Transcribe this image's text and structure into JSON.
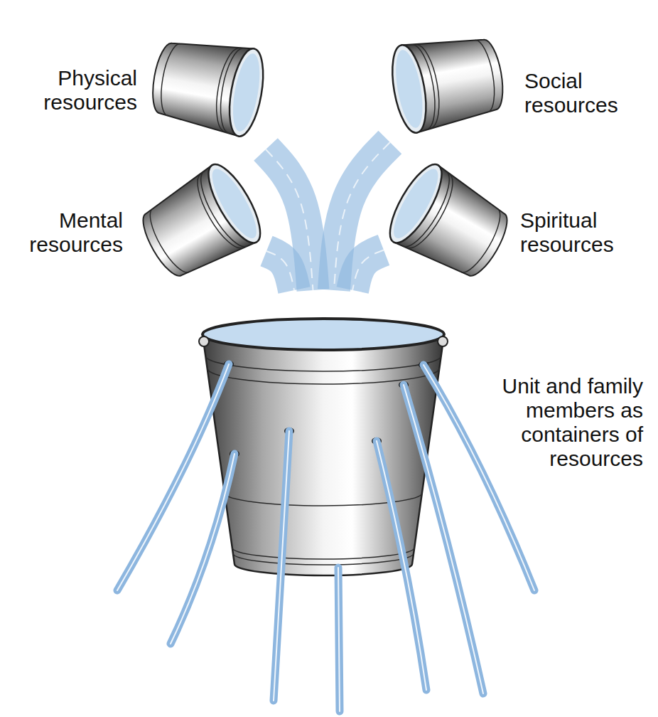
{
  "diagram": {
    "nodes": [
      {
        "text": [
          "Physical resources"
        ]
      },
      {
        "text": [
          "Social resources"
        ]
      },
      {
        "text": [
          "Mental resources"
        ]
      },
      {
        "text": [
          "Spiritual resources"
        ]
      },
      {
        "text": [
          "Unit and family members as containers of resources"
        ]
      }
    ],
    "edges": [
      {
        "from": 0,
        "to": 4,
        "arrow": "none"
      },
      {
        "from": 1,
        "to": 4,
        "arrow": "none"
      },
      {
        "from": 2,
        "to": 4,
        "arrow": "none"
      },
      {
        "from": 3,
        "to": 4,
        "arrow": "none"
      }
    ]
  }
}
